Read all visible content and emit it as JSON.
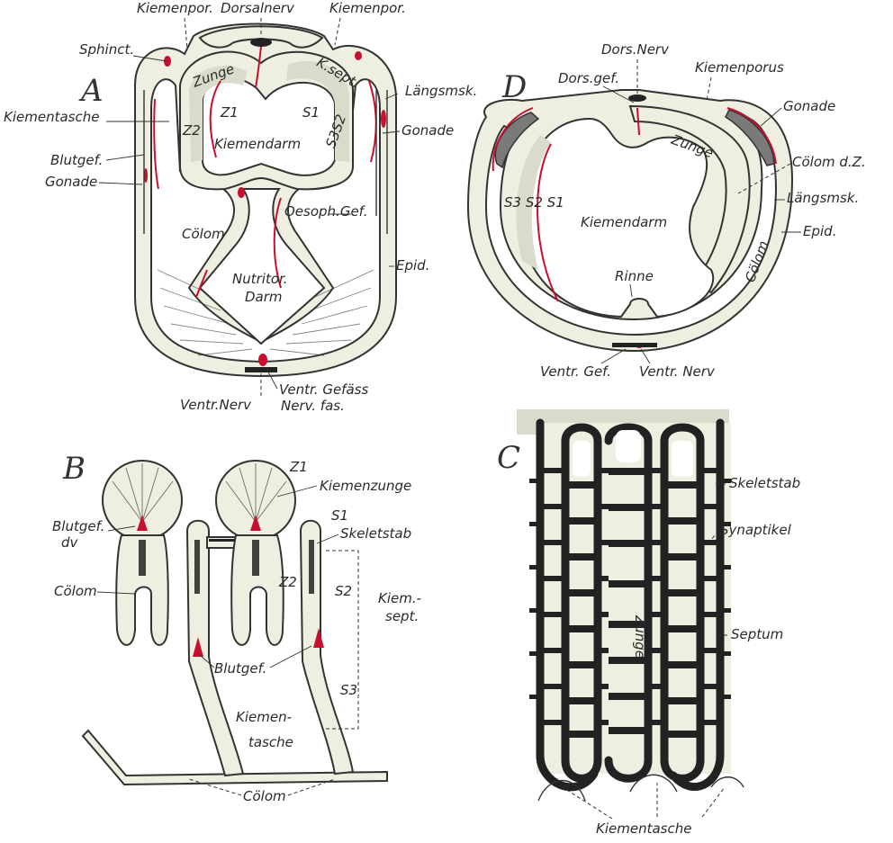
{
  "panels": {
    "A": {
      "letter": "A",
      "labels": {
        "kiemenpor_left": "Kiemenpor.",
        "dorsalnerv": "Dorsalnerv",
        "kiemenpor_right": "Kiemenpor.",
        "sphinct": "Sphinct.",
        "zunge": "Zunge",
        "ksept": "K.sept.",
        "laengsmsk": "Längsmsk.",
        "kiementasche": "Kiementasche",
        "z2": "Z2",
        "z1": "Z1",
        "s1": "S1",
        "s3s2": "S3S2",
        "gonade": "Gonade",
        "kiemendarm": "Kiemendarm",
        "blutgef": "Blutgef.",
        "gonade_left": "Gonade",
        "oesoph_gef": "Oesoph.Gef.",
        "coelom": "Cölom",
        "epid": "Epid.",
        "nutritor_darm_1": "Nutritor.",
        "nutritor_darm_2": "Darm",
        "ventr_nerv": "Ventr.Nerv",
        "ventr_gefaess": "Ventr. Gefäss",
        "nerv_fas": "Nerv. fas."
      }
    },
    "D": {
      "letter": "D",
      "labels": {
        "dors_nerv": "Dors.Nerv",
        "dors_gef": "Dors.gef.",
        "kiemenporus": "Kiemenporus",
        "gonade": "Gonade",
        "zunge": "Zunge",
        "coelom_z": "Cölom d.Z.",
        "s3s2s1": "S3 S2 S1",
        "laengsmsk": "Längsmsk.",
        "kiemendarm": "Kiemendarm",
        "epid": "Epid.",
        "coelom": "Cölom",
        "rinne": "Rinne",
        "ventr_gef": "Ventr. Gef.",
        "ventr_nerv": "Ventr. Nerv"
      }
    },
    "B": {
      "letter": "B",
      "labels": {
        "z1": "Z1",
        "kiemenzunge": "Kiemenzunge",
        "blutgef_dv": "Blutgef.",
        "dv": "dv",
        "s1": "S1",
        "skeletstab": "Skeletstab",
        "coelom": "Cölom",
        "z2": "Z2",
        "s2": "S2",
        "kiem_sept_1": "Kiem.-",
        "kiem_sept_2": "sept.",
        "blutgef": "Blutgef.",
        "s3": "S3",
        "kiementasche_1": "Kiemen-",
        "kiementasche_2": "tasche",
        "coelom_bottom": "Cölom"
      }
    },
    "C": {
      "letter": "C",
      "labels": {
        "skeletstab": "Skeletstab",
        "synaptikel": "Synaptikel",
        "zunge": "Zunge",
        "septum": "Septum",
        "kiementasche": "Kiementasche"
      }
    }
  },
  "colors": {
    "paper": "#ffffff",
    "tissue": "#eeefe0",
    "outline": "#333333",
    "blood_vessel": "#c8102e",
    "skeleton": "#222222"
  }
}
